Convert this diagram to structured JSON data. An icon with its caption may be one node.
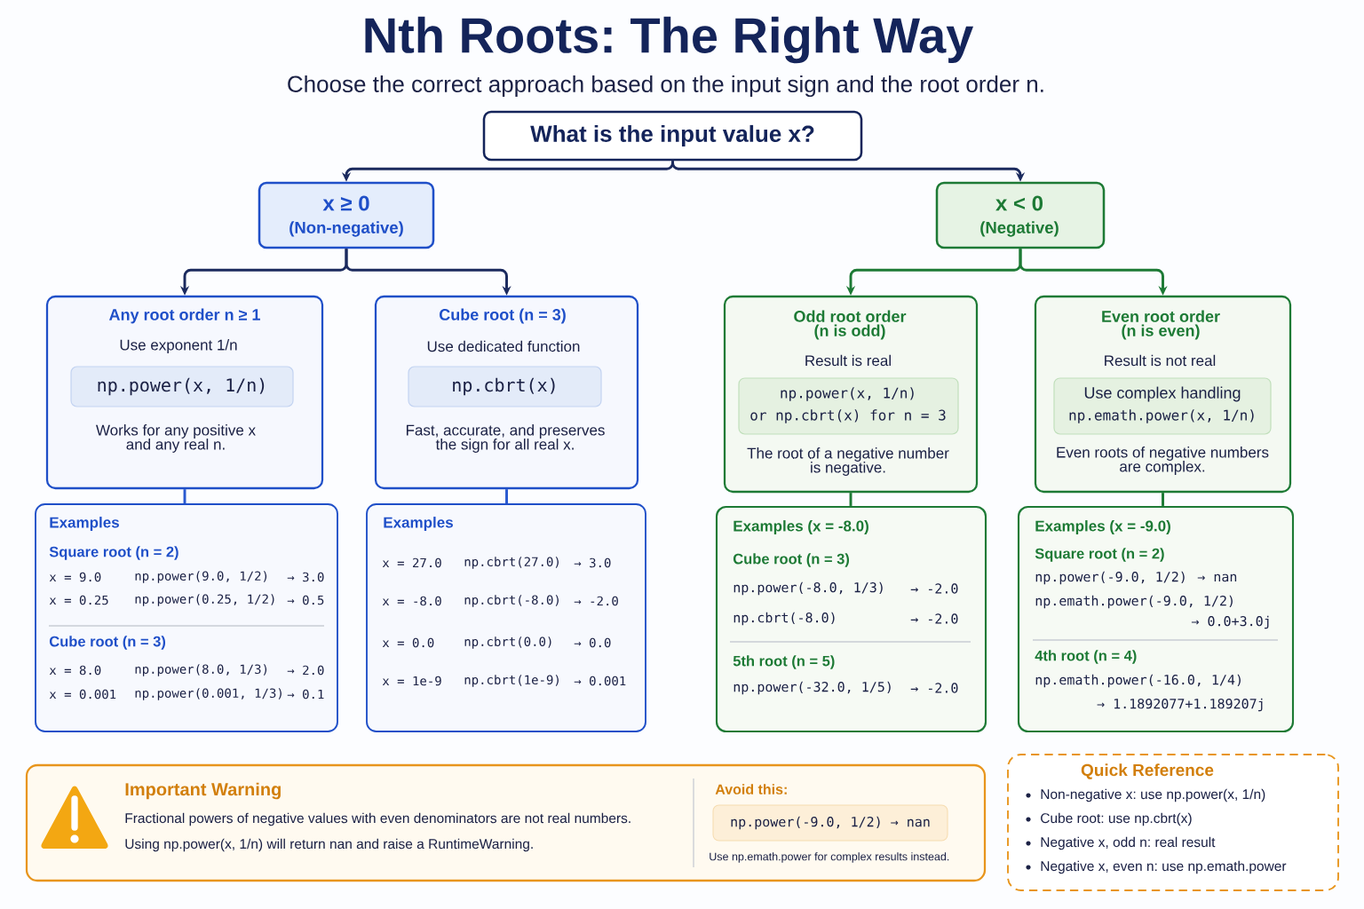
{
  "diagram": {
    "title": "Nth Roots: The Right Way",
    "nodes": [
      {
        "text": [
          "What is the input value x?"
        ]
      },
      {
        "text": [
          "x ≥ 0",
          "(Non-negative)"
        ]
      },
      {
        "text": [
          "x < 0",
          "(Negative)"
        ]
      },
      {
        "text": [
          "Any root order n ≥ 1",
          "Use exponent 1/n",
          "Works for any positive x and any real n."
        ]
      },
      {
        "text": [
          "np.power(x, 1/n)"
        ],
        "in": 3
      },
      {
        "text": [
          "Cube root (n = 3)",
          "Use dedicated function",
          "Fast, accurate, and preserves the sign for all real x."
        ]
      },
      {
        "text": [
          "np.cbrt(x)"
        ],
        "in": 5
      },
      {
        "text": [
          "Odd root order (n is odd)",
          "Result is real",
          "The root of a negative number is negative."
        ]
      },
      {
        "text": [
          "np.power(x, 1/n)",
          "or np.cbrt(x) for n = 3"
        ],
        "in": 7
      },
      {
        "text": [
          "Even root order (n is even)",
          "Result is not real",
          "Even roots of negative numbers are complex."
        ]
      },
      {
        "text": [
          "Use complex handling",
          "np.emath.power(x, 1/n)"
        ],
        "in": 9
      },
      {
        "text": [
          "Examples",
          "Square root (n = 2)",
          "x = 9.0",
          "np.power(9.0, 1/2)",
          "→ 3.0",
          "x = 0.25",
          "np.power(0.25, 1/2)",
          "→ 0.5",
          "Cube root (n = 3)",
          "x = 8.0",
          "np.power(8.0, 1/3)",
          "→ 2.0",
          "x = 0.001",
          "np.power(0.001, 1/3)",
          "→ 0.1"
        ]
      },
      {
        "text": [
          "Examples",
          "x = 27.0",
          "np.cbrt(27.0)",
          "→ 3.0",
          "x = -8.0",
          "np.cbrt(-8.0)",
          "→ -2.0",
          "x = 0.0",
          "np.cbrt(0.0)",
          "→ 0.0",
          "x = 1e-9",
          "np.cbrt(1e-9)",
          "→ 0.001"
        ]
      },
      {
        "text": [
          "Examples (x = -8.0)",
          "Cube root (n = 3)",
          "np.power(-8.0, 1/3)",
          "→ -2.0",
          "np.cbrt(-8.0)",
          "→ -2.0",
          "5th root (n = 5)",
          "np.power(-32.0, 1/5)",
          "→ -2.0"
        ]
      },
      {
        "text": [
          "Examples (x = -9.0)",
          "Square root (n = 2)",
          "np.power(-9.0, 1/2)",
          "→ nan",
          "np.emath.power(-9.0, 1/2)",
          "→ 0.0+3.0j",
          "4th root (n = 4)",
          "np.emath.power(-16.0, 1/4)",
          "→ 1.1892077+1.189207j"
        ]
      },
      {
        "text": [
          "Important Warning",
          "Fractional powers of negative values with even denominators are not real numbers.",
          "Using np.power(x, 1/n) will return nan and raise a RuntimeWarning.",
          "Avoid this:",
          "Use np.emath.power for complex results instead."
        ]
      },
      {
        "text": [
          "np.power(-9.0, 1/2) → nan"
        ],
        "in": 15
      },
      {
        "text": [
          "Quick Reference",
          "Non-negative x: use np.power(x, 1/n)",
          "Cube root: use np.cbrt(x)",
          "Negative x, odd n: real result",
          "Negative x, even n: use np.emath.power"
        ]
      }
    ],
    "edges": [
      {
        "from": 0,
        "to": 1,
        "arrow": "to"
      },
      {
        "from": 0,
        "to": 2,
        "arrow": "to"
      },
      {
        "from": 1,
        "to": 3,
        "arrow": "to"
      },
      {
        "from": 1,
        "to": 5,
        "arrow": "to"
      },
      {
        "from": 2,
        "to": 7,
        "arrow": "to",
        "color": "#1d7a35"
      },
      {
        "from": 2,
        "to": 9,
        "arrow": "to",
        "color": "#1d7a35"
      },
      {
        "from": 3,
        "to": 11,
        "arrow": "none",
        "color": "#2a5ad0"
      },
      {
        "from": 5,
        "to": 12,
        "arrow": "none",
        "color": "#2a5ad0"
      },
      {
        "from": 7,
        "to": 13,
        "arrow": "none",
        "color": "#1d7a35"
      },
      {
        "from": 9,
        "to": 14,
        "arrow": "none",
        "color": "#1d7a35"
      }
    ],
    "labels": [
      "Choose the correct approach based on the input sign and the root order n."
    ]
  }
}
